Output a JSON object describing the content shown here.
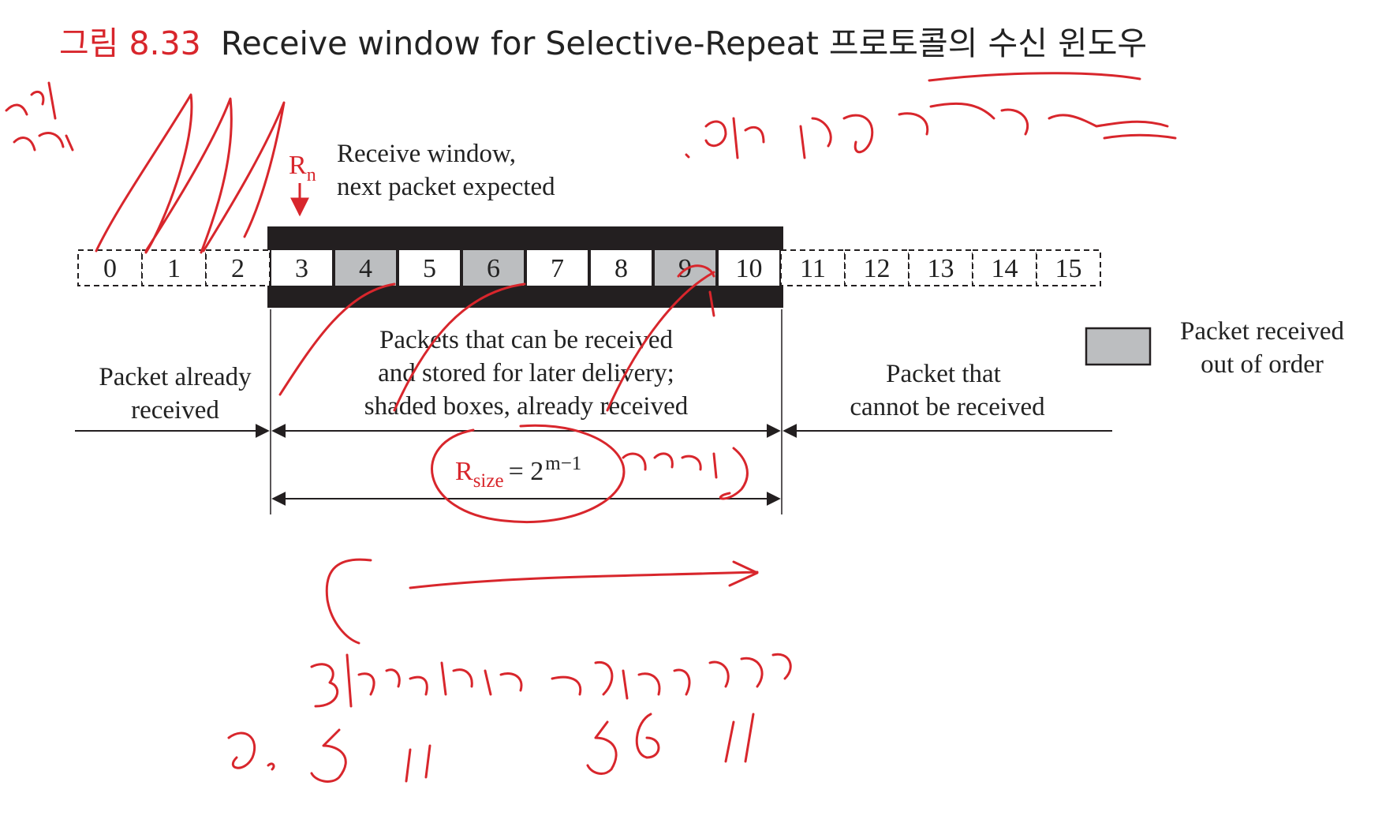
{
  "title": {
    "prefix": "그림 8.33",
    "text": "Receive window for Selective-Repeat 프로토콜의 수신 윈도우"
  },
  "pointer": {
    "symbol": "R",
    "subscript": "n",
    "caption_line1": "Receive window,",
    "caption_line2": "next packet expected"
  },
  "packets": [
    {
      "label": "0",
      "state": "received"
    },
    {
      "label": "1",
      "state": "received"
    },
    {
      "label": "2",
      "state": "received"
    },
    {
      "label": "3",
      "state": "window"
    },
    {
      "label": "4",
      "state": "window-received"
    },
    {
      "label": "5",
      "state": "window"
    },
    {
      "label": "6",
      "state": "window-received"
    },
    {
      "label": "7",
      "state": "window"
    },
    {
      "label": "8",
      "state": "window"
    },
    {
      "label": "9",
      "state": "window-received"
    },
    {
      "label": "10",
      "state": "window"
    },
    {
      "label": "11",
      "state": "outside"
    },
    {
      "label": "12",
      "state": "outside"
    },
    {
      "label": "13",
      "state": "outside"
    },
    {
      "label": "14",
      "state": "outside"
    },
    {
      "label": "15",
      "state": "outside"
    }
  ],
  "legend": {
    "line1": "Packet received",
    "line2": "out of order"
  },
  "regions": {
    "left_line1": "Packet already",
    "left_line2": "received",
    "middle_line1": "Packets that can be received",
    "middle_line2": "and stored for later delivery;",
    "middle_line3": "shaded boxes, already received",
    "right_line1": "Packet that",
    "right_line2": "cannot be received"
  },
  "formula": {
    "base": "R",
    "subscript": "size",
    "equals": "= 2",
    "exponent": "m−1"
  },
  "colors": {
    "accent": "#d8262c",
    "window_bar": "#231f20",
    "shaded": "#bcbec0",
    "text": "#222222"
  }
}
